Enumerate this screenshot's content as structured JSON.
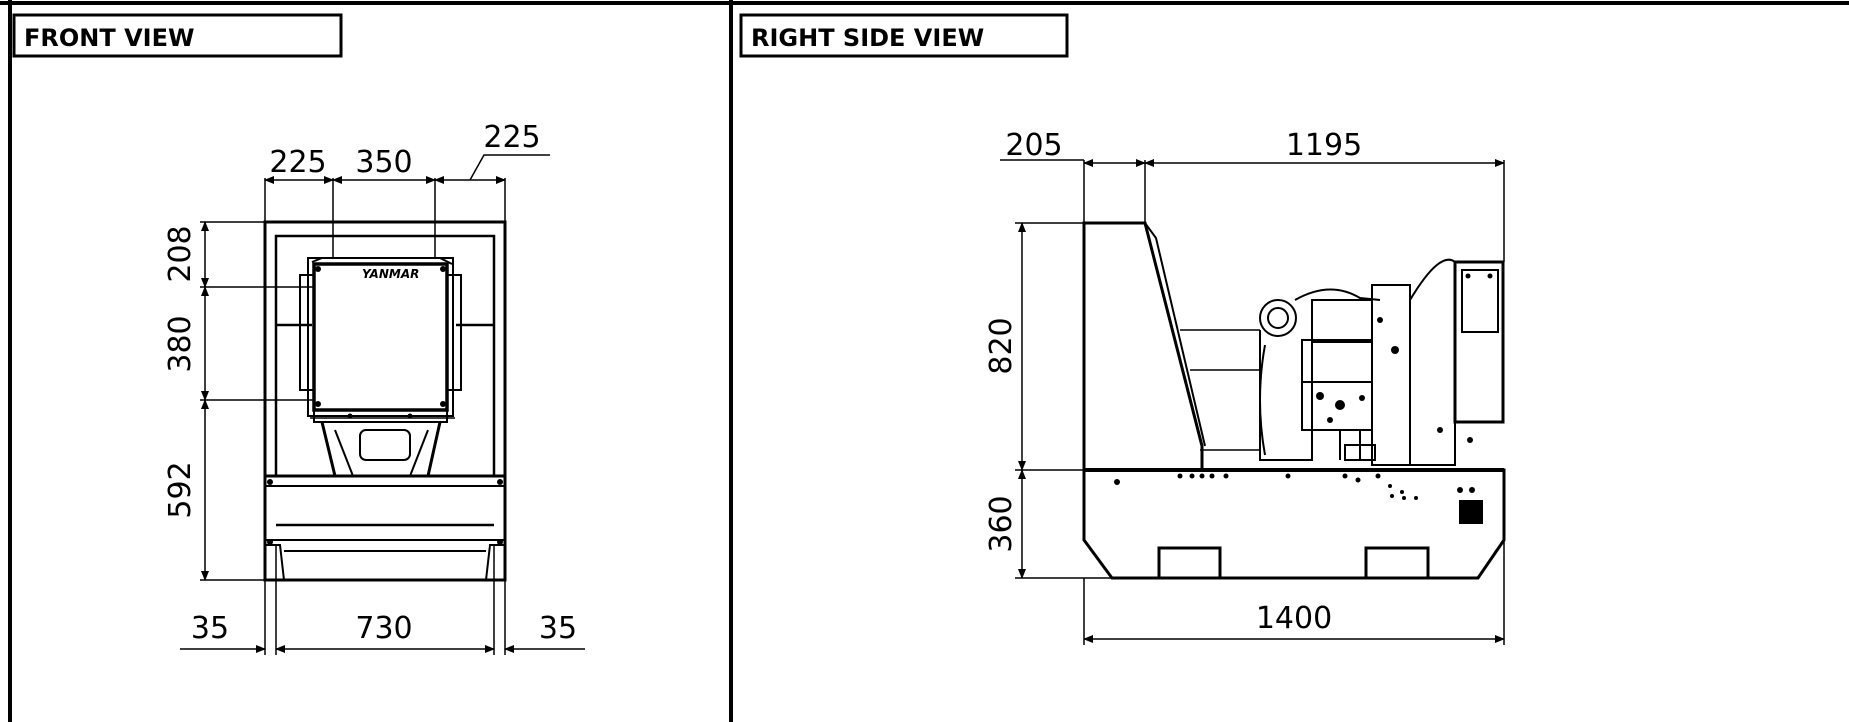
{
  "front_view": {
    "title": "FRONT VIEW",
    "dimensions": {
      "top_left_width": "225",
      "top_middle_width": "350",
      "top_right_width": "225",
      "height_top": "208",
      "height_engine": "380",
      "height_lower": "592",
      "bottom_left_width": "35",
      "bottom_middle_width": "730",
      "bottom_right_width": "35"
    },
    "engine_brand": "YANMAR"
  },
  "side_view": {
    "title": "RIGHT SIDE VIEW",
    "dimensions": {
      "top_left_width": "205",
      "top_right_width": "1195",
      "height_upper": "820",
      "height_base": "360",
      "overall_length": "1400"
    }
  },
  "colors": {
    "line": "#000000",
    "background": "#ffffff"
  }
}
